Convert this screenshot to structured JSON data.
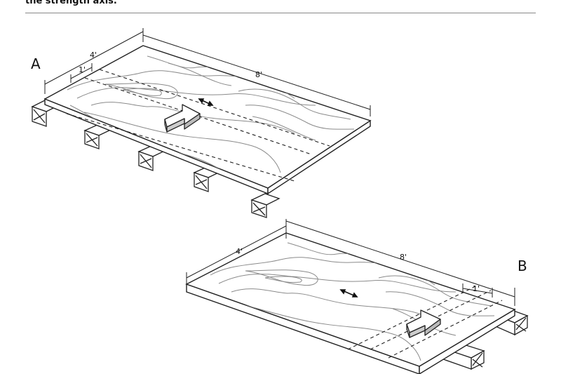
{
  "header": {
    "caption_fragment": "the strength axis."
  },
  "panel_a": {
    "label": "A",
    "dim_width": "4'",
    "dim_length": "8'",
    "dim_joist_spacing": "1'"
  },
  "panel_b": {
    "label": "B",
    "dim_width": "4'",
    "dim_length": "8'",
    "dim_joist_spacing": "1'"
  }
}
